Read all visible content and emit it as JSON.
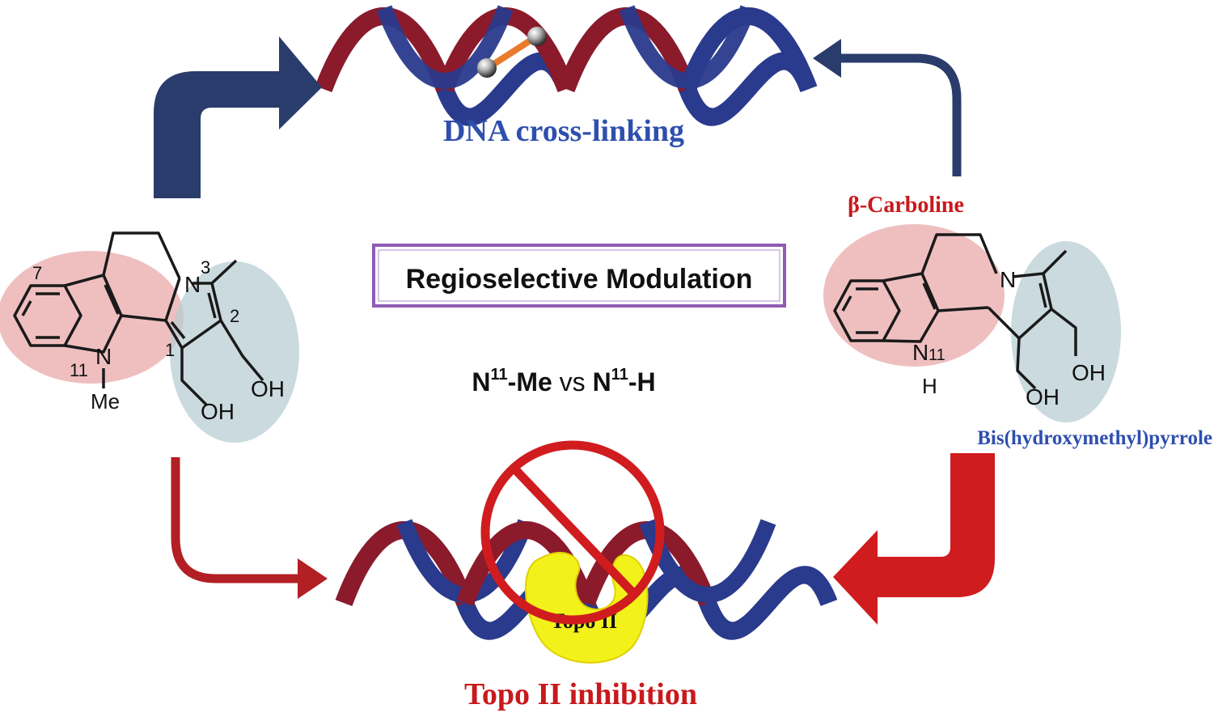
{
  "diagram": {
    "top_label": "DNA cross-linking",
    "bottom_label": "Topo II  inhibition",
    "enzyme_label": "Topo II",
    "center_box_label": "Regioselective Modulation",
    "comparison": {
      "n1": "N",
      "sup1": "11",
      "me": "-Me",
      "vs": " vs ",
      "n2": "N",
      "sup2": "11",
      "h": "-H"
    },
    "right_compound": {
      "title": "β-Carboline",
      "subtitle": "Bis(hydroxymethyl)pyrrole",
      "atoms": {
        "n_ring": "N",
        "n_indole": "N",
        "n11": "11",
        "h": "H",
        "oh1": "OH",
        "oh2": "OH"
      }
    },
    "left_compound": {
      "atoms": {
        "n_ring": "N",
        "n_indole": "N",
        "me": "Me",
        "oh1": "OH",
        "oh2": "OH"
      },
      "positions": {
        "p7": "7",
        "p3": "3",
        "p2": "2",
        "p1": "1",
        "p11": "11"
      }
    }
  },
  "colors": {
    "navy": "#2a3c6b",
    "dark_red": "#b21f24",
    "bright_red": "#d01c1f",
    "dna_red": "#8b1a2b",
    "dna_blue": "#2a3a8c",
    "label_blue": "#2e4fae",
    "label_red": "#c8191c",
    "pink_highlight": "#e9a9ab",
    "blue_highlight": "#b8cdd4",
    "box_border": "#8e5bb5",
    "enzyme_yellow": "#f2f21a"
  },
  "icons": [
    "navy-arrow-icon",
    "red-arrow-icon",
    "prohibition-icon",
    "dna-helix-icon",
    "crosslink-icon",
    "enzyme-icon"
  ]
}
